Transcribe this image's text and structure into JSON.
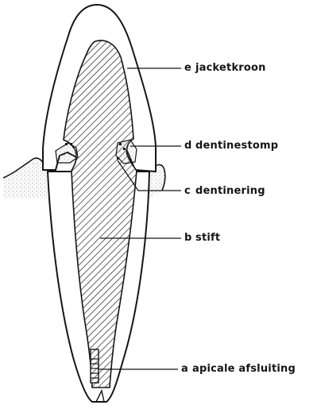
{
  "labels": {
    "e": {
      "letter": "e",
      "text": "jacketkroon"
    },
    "d": {
      "letter": "d",
      "text": "dentinestomp"
    },
    "c": {
      "letter": "c",
      "text": "dentinering"
    },
    "b": {
      "letter": "b",
      "text": "stift"
    },
    "a": {
      "letter": "a",
      "text": "apicale afsluiting"
    }
  },
  "colors": {
    "ink": "#151515",
    "paper": "#ffffff",
    "stipple": "#9a9a9a"
  }
}
